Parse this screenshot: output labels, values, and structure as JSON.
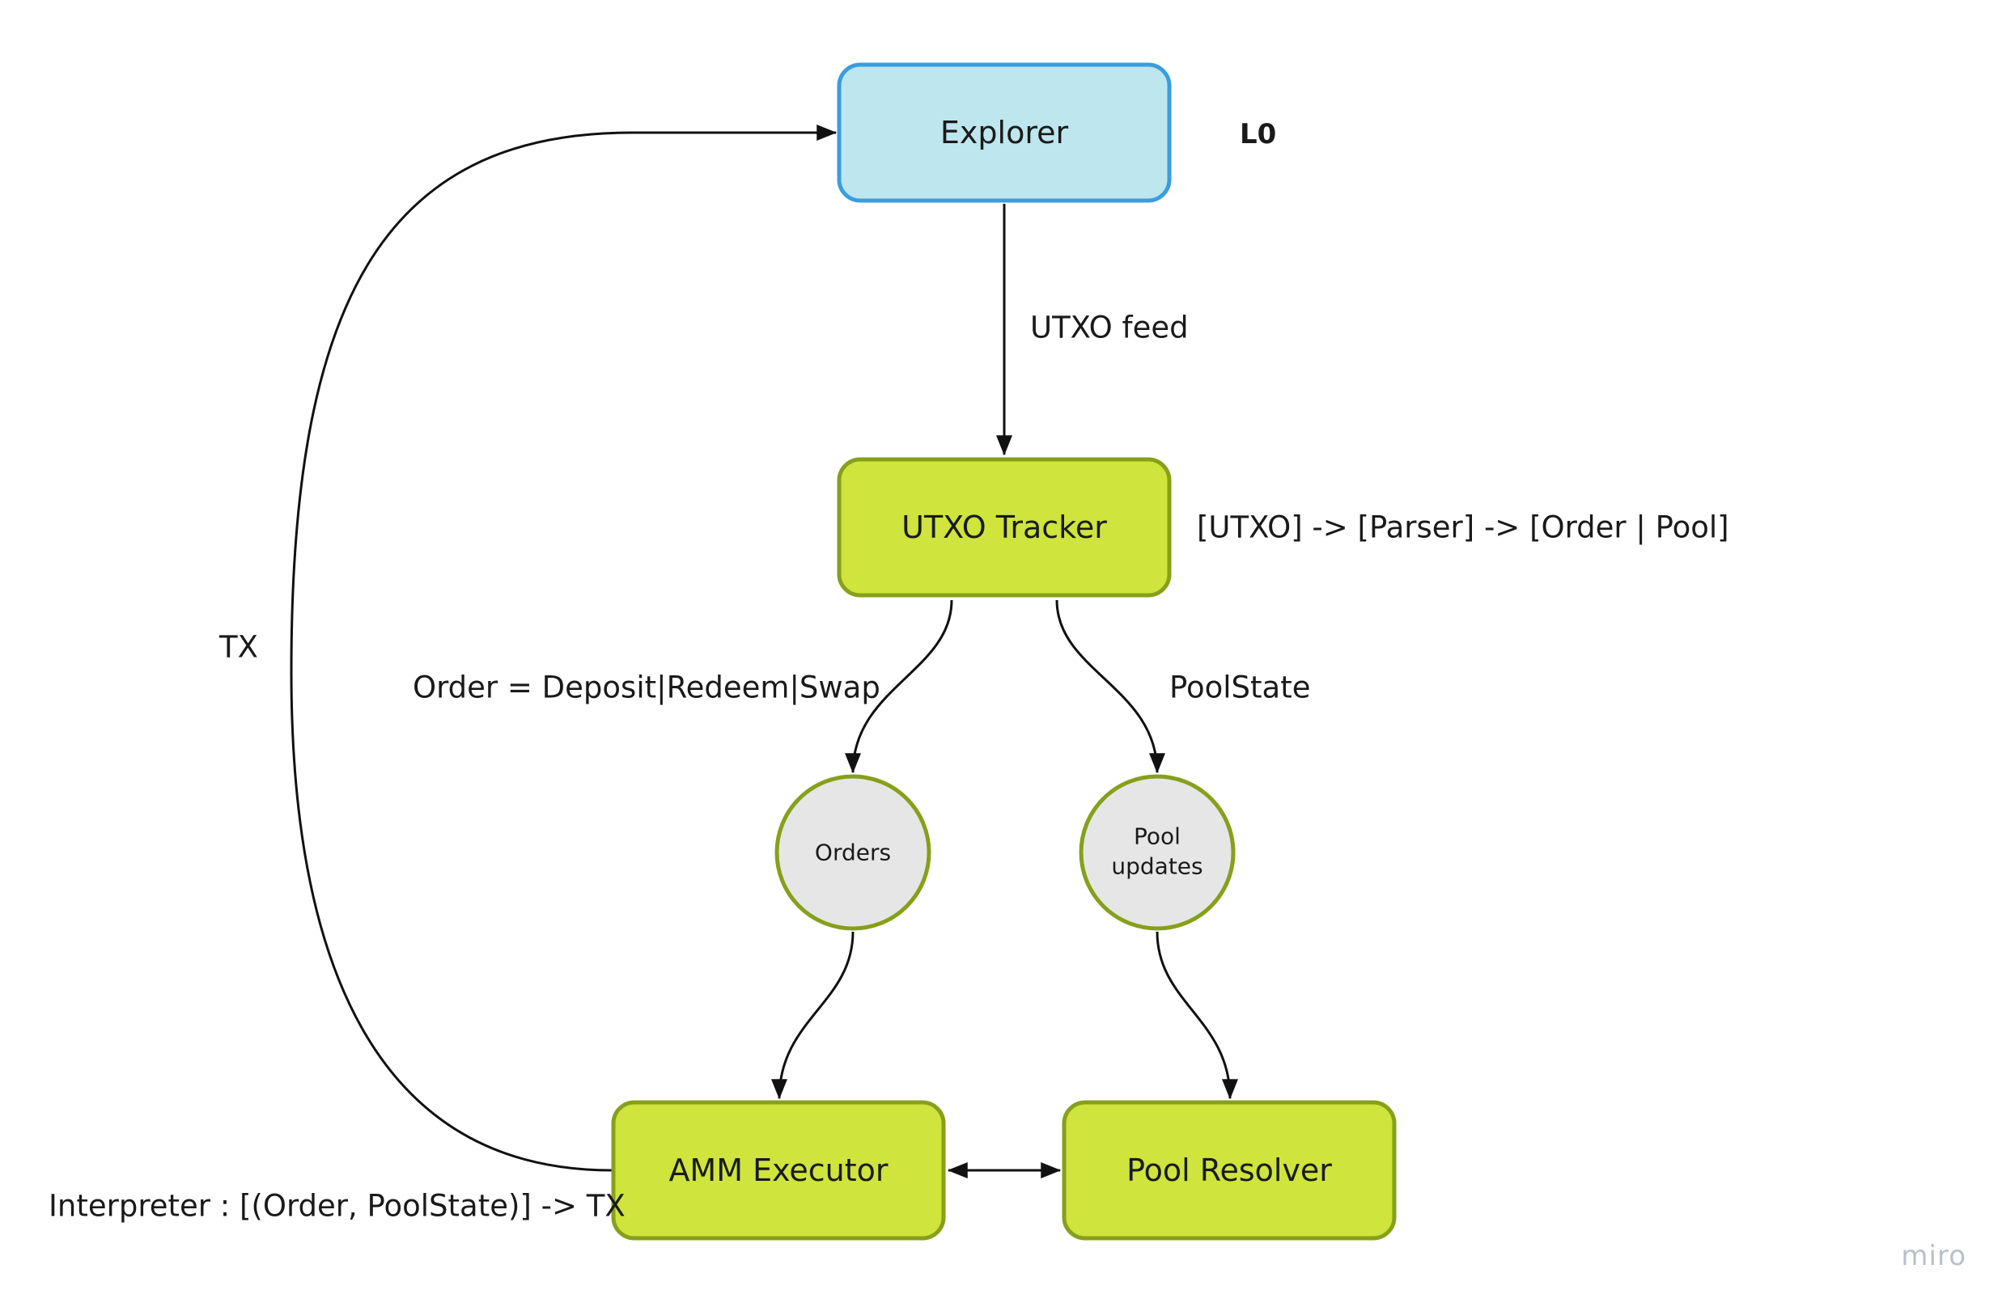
{
  "nodes": {
    "explorer": "Explorer",
    "utxo_tracker": "UTXO Tracker",
    "orders": "Orders",
    "pool_updates": [
      "Pool",
      "updates"
    ],
    "amm_executor": "AMM Executor",
    "pool_resolver": "Pool Resolver"
  },
  "annotations": {
    "level": "L0",
    "utxo_pipeline": "[UTXO] -> [Parser] -> [Order | Pool]",
    "interpreter": "Interpreter : [(Order, PoolState)] -> TX"
  },
  "edges": {
    "utxo_feed": "UTXO feed",
    "order_types": "Order = Deposit|Redeem|Swap",
    "pool_state": "PoolState",
    "tx": "TX"
  },
  "watermark": "miro",
  "colors": {
    "explorer_fill": "#bee6ee",
    "explorer_stroke": "#3a9de0",
    "component_fill": "#cfe43c",
    "component_stroke": "#86a01a",
    "queue_fill": "#e6e6e6",
    "edge": "#111111",
    "watermark": "#b9bfcc"
  }
}
